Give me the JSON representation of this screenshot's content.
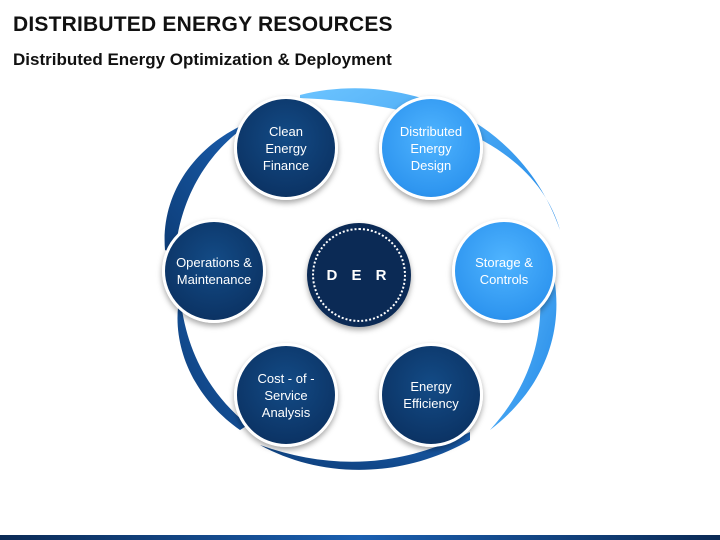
{
  "title": "DISTRIBUTED ENERGY RESOURCES",
  "subtitle": "Distributed Energy Optimization & Deployment",
  "center_label": "D E R",
  "nodes": [
    {
      "label": "Clean\nEnergy\nFinance",
      "tone": "dark"
    },
    {
      "label": "Distributed\nEnergy\nDesign",
      "tone": "light"
    },
    {
      "label": "Storage &\nControls",
      "tone": "light"
    },
    {
      "label": "Energy\nEfficiency",
      "tone": "dark"
    },
    {
      "label": "Cost - of -\nService\nAnalysis",
      "tone": "dark"
    },
    {
      "label": "Operations &\nMaintenance",
      "tone": "dark"
    }
  ],
  "colors": {
    "dark_blue": "#0c3567",
    "light_blue": "#2f96f0",
    "center": "#0b2a55"
  }
}
